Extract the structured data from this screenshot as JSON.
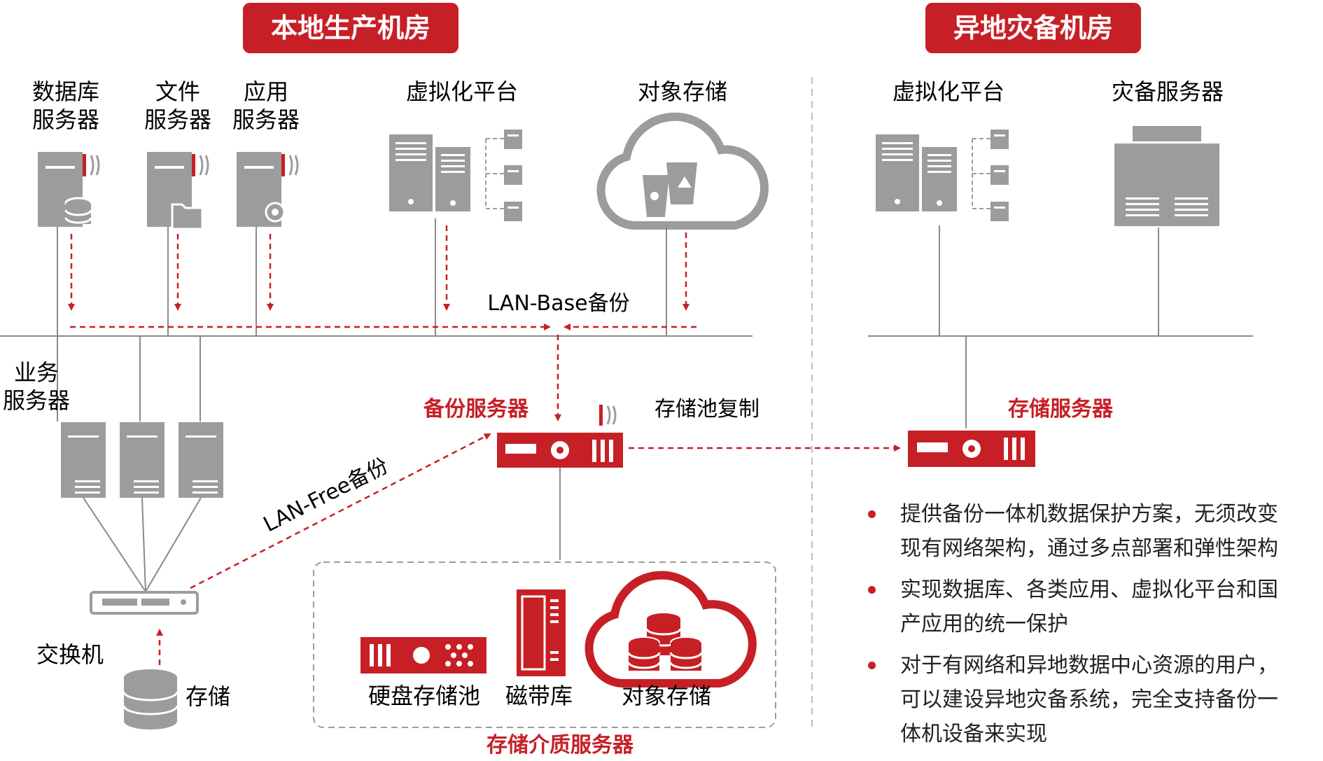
{
  "colors": {
    "accent": "#c71f26",
    "device_gray": "#9c9c9c",
    "line_gray": "#8a8a8a",
    "text": "#222222"
  },
  "sections": {
    "local_room": "本地生产机房",
    "remote_room": "异地灾备机房"
  },
  "top_labels": {
    "db_server": [
      "数据库",
      "服务器"
    ],
    "file_server": [
      "文件",
      "服务器"
    ],
    "app_server": [
      "应用",
      "服务器"
    ],
    "virtualization": "虚拟化平台",
    "object_storage": "对象存储",
    "remote_virtualization": "虚拟化平台",
    "dr_server": "灾备服务器"
  },
  "flow_labels": {
    "lan_base": "LAN-Base备份",
    "lan_free": "LAN-Free备份",
    "pool_replication": "存储池复制"
  },
  "left_labels": {
    "business_servers": [
      "业务",
      "服务器"
    ],
    "switch": "交换机",
    "storage": "存储"
  },
  "red_labels": {
    "backup_server": "备份服务器",
    "storage_server": "存储服务器",
    "media_server": "存储介质服务器"
  },
  "media_items": {
    "disk_pool": "硬盘存储池",
    "tape_library": "磁带库",
    "object_storage": "对象存储"
  },
  "icons": [
    "database-server-icon",
    "file-server-icon",
    "app-server-icon",
    "virtualization-icon",
    "cloud-storage-icon",
    "dr-server-icon",
    "backup-appliance-icon",
    "switch-icon",
    "disk-storage-icon",
    "tape-library-icon"
  ],
  "bullets": [
    [
      "提供备份一体机数据保护方案，无须改变",
      "现有网络架构，通过多点部署和弹性架构"
    ],
    [
      "实现数据库、各类应用、虚拟化平台和国",
      "产应用的统一保护"
    ],
    [
      "对于有网络和异地数据中心资源的用户，",
      "可以建设异地灾备系统，完全支持备份一",
      "体机设备来实现"
    ]
  ]
}
